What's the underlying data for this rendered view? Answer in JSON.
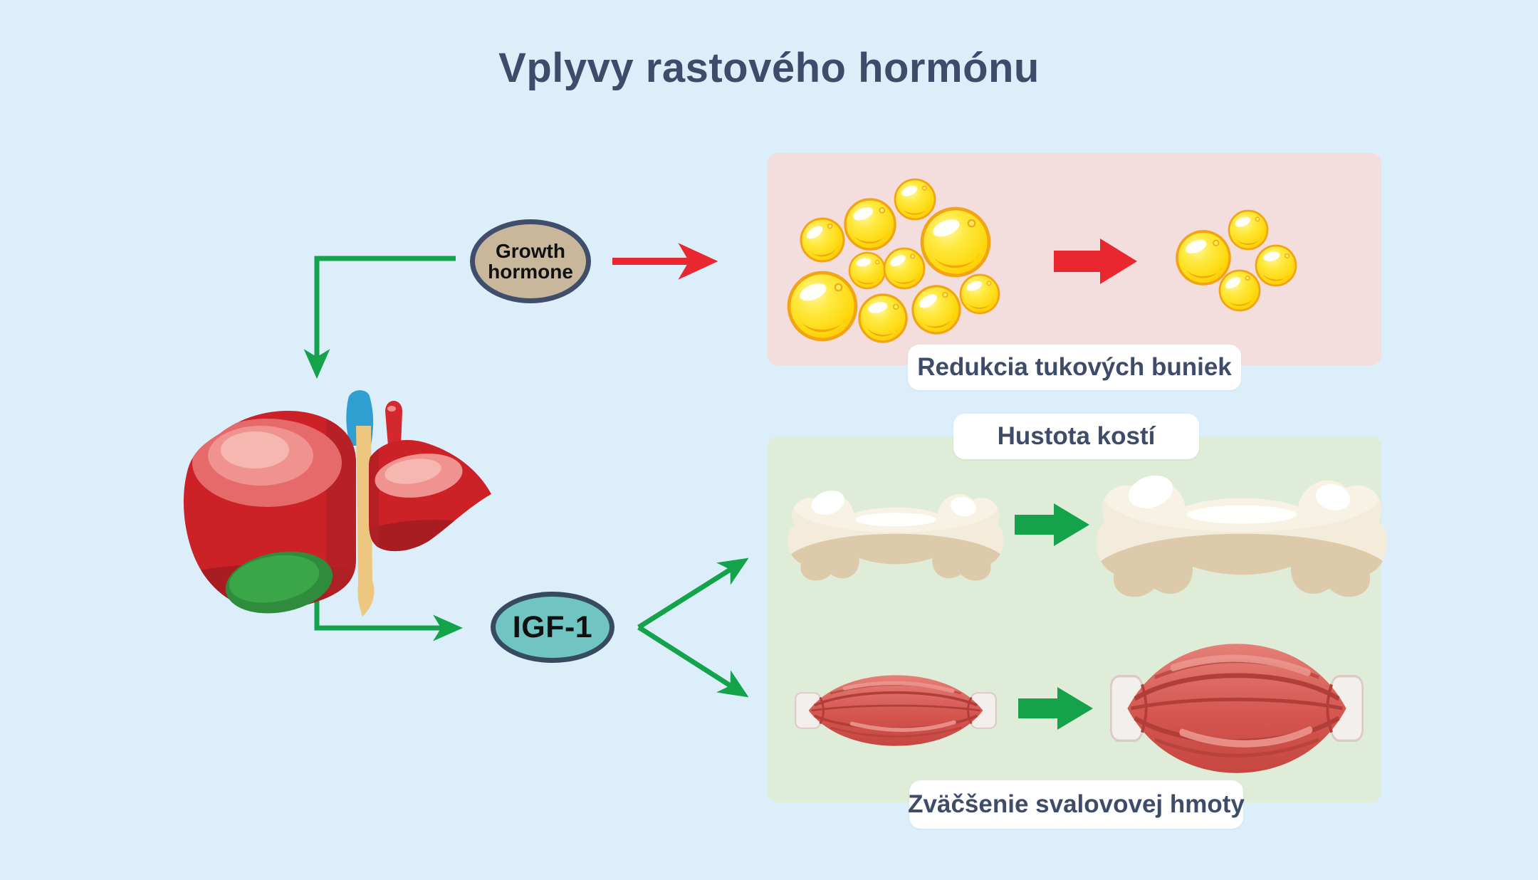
{
  "title": "Vplyvy rastového hormónu",
  "nodes": {
    "growth_hormone": {
      "label": "Growth hormone"
    },
    "igf1": {
      "label": "IGF-1"
    }
  },
  "panels": {
    "fat_reduction": {
      "caption": "Redukcia tukových buniek"
    },
    "bone_density": {
      "caption": "Hustota kostí"
    },
    "muscle_growth": {
      "caption": "Zväčšenie svalovovej hmoty"
    }
  },
  "illustrations": [
    "liver-illustration",
    "fat-cells-large-cluster",
    "fat-cells-small-cluster",
    "bone-small",
    "bone-large",
    "muscle-small",
    "muscle-large"
  ],
  "colors": {
    "background": "#ddeefb",
    "title_text": "#3e4b69",
    "label_text": "#3e4b69",
    "label_bg": "#ffffff",
    "arrow_green": "#14a24a",
    "arrow_red": "#e8272e",
    "growth_hormone_fill": "#c8b79b",
    "growth_hormone_border": "#404e6b",
    "igf1_fill": "#70c5c2",
    "igf1_border": "#364a60",
    "node_text": "#101010",
    "fat_panel_bg": "#f3dedd",
    "growth_panel_bg": "#dfecd8",
    "fat_cell_yellow": "#fed80e",
    "fat_cell_rim": "#f2a414",
    "bone_cream": "#f3ecdb",
    "bone_shadow": "#ddcaab",
    "muscle_red": "#d4564f",
    "liver_red": "#cb2127",
    "vessel_blue": "#2f9fd1",
    "bile_duct_yellow": "#edc77f",
    "gallbladder_green": "#3aa648"
  }
}
